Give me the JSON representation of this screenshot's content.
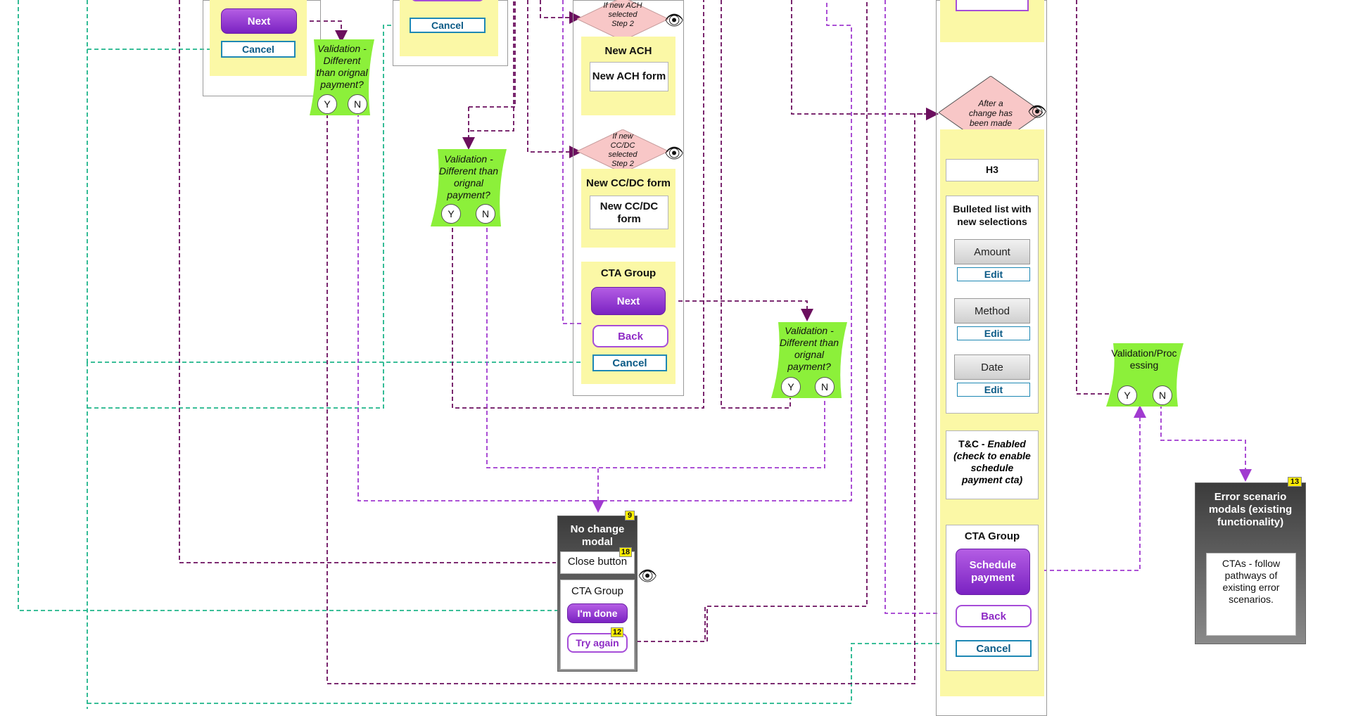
{
  "colors": {
    "connector_dark_purple": "#6b0f5e",
    "connector_light_purple": "#a13ad0",
    "connector_teal": "#1fb58a",
    "yellow_container": "#fbf8a6",
    "validation_green": "#8cf03a",
    "decision_pink": "#f8c7c7",
    "button_purple": "#8a2fc8",
    "cancel_blue": "#1e88b4"
  },
  "left_panel": {
    "next_label": "Next",
    "cancel_label": "Cancel"
  },
  "second_panel": {
    "cancel_label": "Cancel"
  },
  "validation_1": {
    "text": "Validation - Different than orignal payment?",
    "yes": "Y",
    "no": "N"
  },
  "validation_2": {
    "text": "Validation - Different than orignal payment?",
    "yes": "Y",
    "no": "N"
  },
  "validation_3": {
    "text": "Validation - Different than orignal payment?",
    "yes": "Y",
    "no": "N"
  },
  "validation_4": {
    "text": "Validation/Processing",
    "yes": "Y",
    "no": "N"
  },
  "center_panel": {
    "decision_ach": "If new ACH selected Step 2",
    "new_ach_title": "New ACH",
    "new_ach_form": "New ACH form",
    "decision_card": "If new CC/DC selected Step 2",
    "new_card_title": "New CC/DC form",
    "new_card_form": "New CC/DC form",
    "cta_group_title": "CTA Group",
    "next_label": "Next",
    "back_label": "Back",
    "cancel_label": "Cancel"
  },
  "no_change_modal": {
    "title": "No change modal",
    "badge_main": "9",
    "close_button": "Close button",
    "badge_close": "18",
    "cta_group_title": "CTA Group",
    "done_label": "I'm done",
    "try_again_label": "Try again",
    "badge_try": "12"
  },
  "right_panel": {
    "decision_text": "After a change has been made",
    "h3": "H3",
    "bulleted_list_title": "Bulleted list with new selections",
    "amount_label": "Amount",
    "amount_edit": "Edit",
    "method_label": "Method",
    "method_edit": "Edit",
    "date_label": "Date",
    "date_edit": "Edit",
    "tc_bold": "T&C - ",
    "tc_italic": "Enabled (check to enable schedule payment cta)",
    "cta_group_title": "CTA Group",
    "schedule_label": "Schedule payment",
    "back_label": "Back",
    "cancel_label": "Cancel"
  },
  "error_modal": {
    "title": "Error scenario modals (existing functionality)",
    "badge": "13",
    "body": "CTAs - follow pathways of existing error scenarios."
  }
}
